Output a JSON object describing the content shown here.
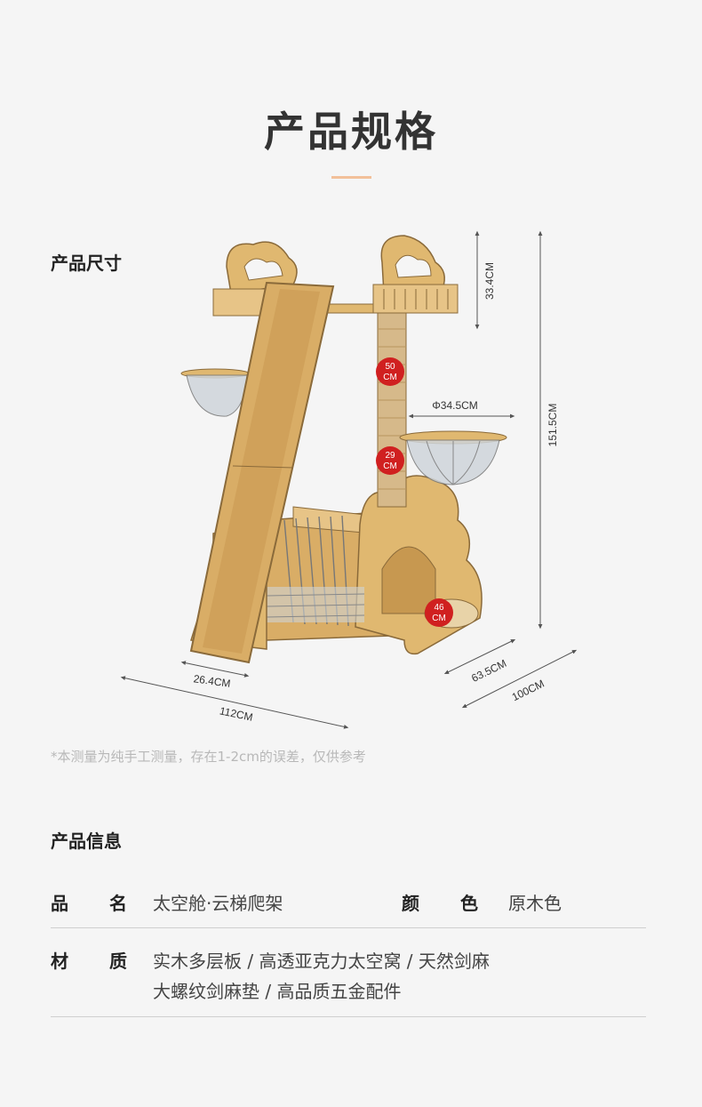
{
  "page": {
    "title": "产品规格",
    "accent_color": "#f2c09a"
  },
  "size_section": {
    "heading": "产品尺寸",
    "dimensions": {
      "height_total": "151.5CM",
      "top_platform": "33.4CM",
      "bowl_diameter": "Φ34.5CM",
      "depth": "63.5CM",
      "width_back": "100CM",
      "ladder_width": "26.4CM",
      "length_total": "112CM",
      "badge_upper": [
        "50",
        "CM"
      ],
      "badge_middle": [
        "29",
        "CM"
      ],
      "badge_lower": [
        "46",
        "CM"
      ]
    },
    "note": "*本测量为纯手工测量，存在1-2cm的误差，仅供参考"
  },
  "info_section": {
    "heading": "产品信息",
    "name_label": [
      "品",
      "名"
    ],
    "name_value": "太空舱·云梯爬架",
    "color_label": [
      "颜",
      "色"
    ],
    "color_value": "原木色",
    "material_label": [
      "材",
      "质"
    ],
    "material_line1": "实木多层板 / 高透亚克力太空窝 / 天然剑麻",
    "material_line2": "大螺纹剑麻垫 / 高品质五金配件"
  }
}
